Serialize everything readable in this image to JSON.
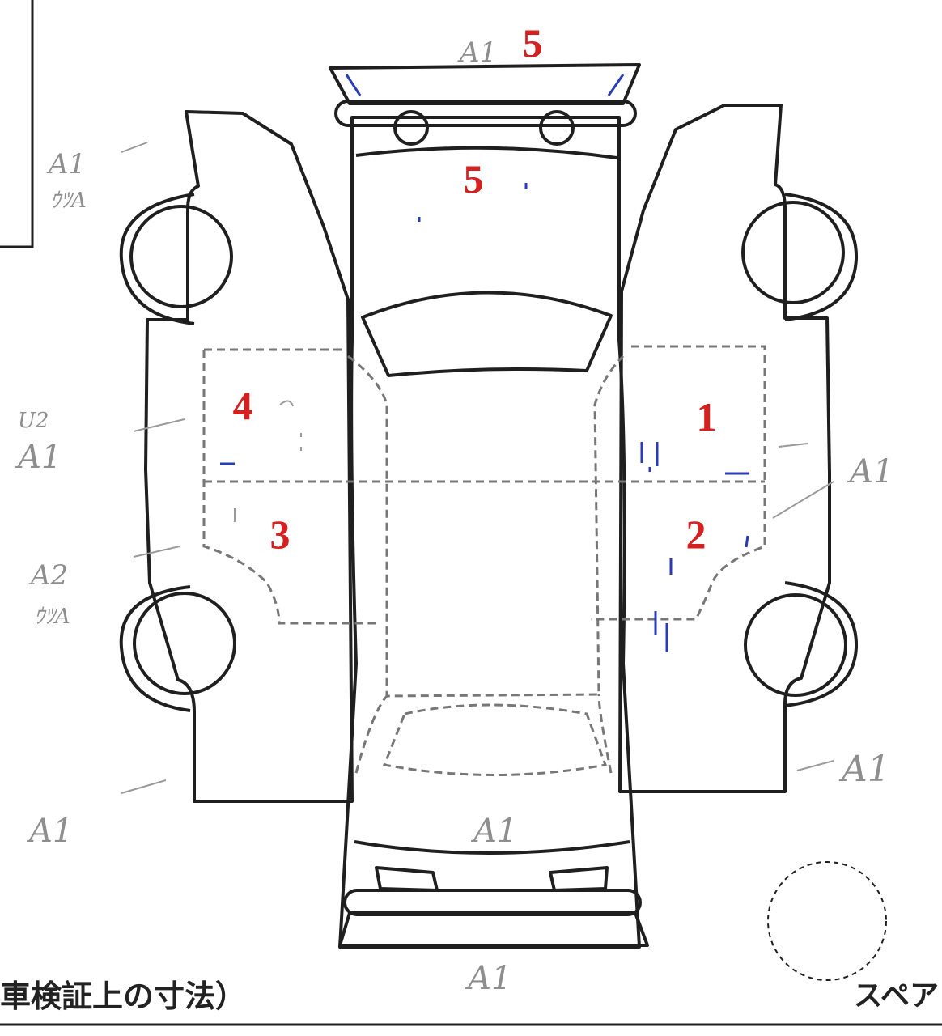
{
  "colors": {
    "line": "#1f1f1f",
    "dash": "#777777",
    "marker": "#d62020",
    "pen_blue": "#2a3cb4",
    "pencil": "#8e8e8e"
  },
  "panel_numbers": {
    "roof_front": "5",
    "hood": "5",
    "rear_left_door": "4",
    "front_left_door": "1",
    "rear_right_door": "3",
    "front_right_door": "2"
  },
  "pencil_notes": {
    "top_left_a": "A1",
    "top_left_b": "ｳﾂA",
    "left_mid_a": "U2",
    "left_mid_b": "A1",
    "left_lower_a": "A2",
    "left_lower_b": "ｳﾂA",
    "left_bottom": "A1",
    "right_mid": "A1",
    "right_bottom": "A1",
    "top_center": "A1",
    "bottom_center_a": "A1",
    "bottom_center_b": "A1"
  },
  "footer": {
    "dimension_caption": "車検証上の寸法）",
    "spare_label": "スペア"
  },
  "icons": {
    "spare_tire": "spare-tire-icon",
    "car": "car-layout-diagram"
  }
}
